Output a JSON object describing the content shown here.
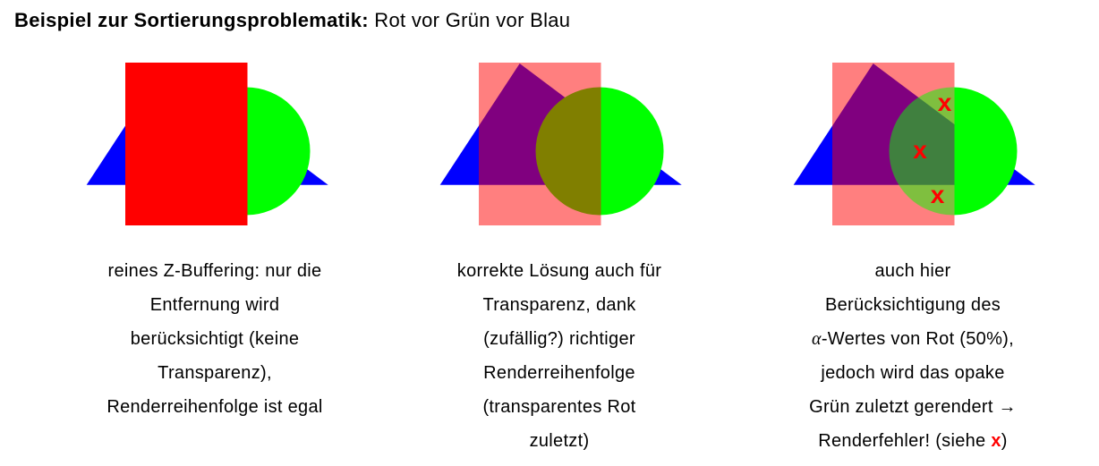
{
  "title": {
    "bold": "Beispiel zur Sortierungsproblematik:",
    "normal": " Rot vor Grün vor Blau"
  },
  "colors": {
    "red": "#ff0000",
    "green": "#00ff00",
    "blue": "#0000ff",
    "x_mark": "#ff0000",
    "text": "#000000",
    "background": "#ffffff"
  },
  "alpha": {
    "red": "0.5",
    "green_error": "0.5"
  },
  "panels": [
    {
      "name": "pure-z-buffering",
      "caption": {
        "line1": "reines Z-Buffering: nur die",
        "line2": "Entfernung wird",
        "line3": "berücksichtigt (keine",
        "line4": "Transparenz),",
        "line5": "Renderreihenfolge ist egal"
      }
    },
    {
      "name": "correct-render-order",
      "caption": {
        "line1": "korrekte Lösung auch für",
        "line2": "Transparenz, dank",
        "line3": "(zufällig?) richtiger",
        "line4": "Renderreihenfolge",
        "line5": "(transparentes Rot",
        "line6": "zuletzt)"
      }
    },
    {
      "name": "wrong-render-order",
      "x_marks": [
        {
          "label": "x"
        },
        {
          "label": "x"
        },
        {
          "label": "x"
        }
      ],
      "caption": {
        "line1": "auch hier",
        "line2": "Berücksichtigung des",
        "line3_alpha": "α",
        "line3_rest": "-Wertes von Rot (50%),",
        "line4": "jedoch wird das opake",
        "line5": "Grün zuletzt gerendert →",
        "line6_pre": "Renderfehler! (siehe ",
        "line6_x": "x",
        "line6_post": ")"
      }
    }
  ]
}
